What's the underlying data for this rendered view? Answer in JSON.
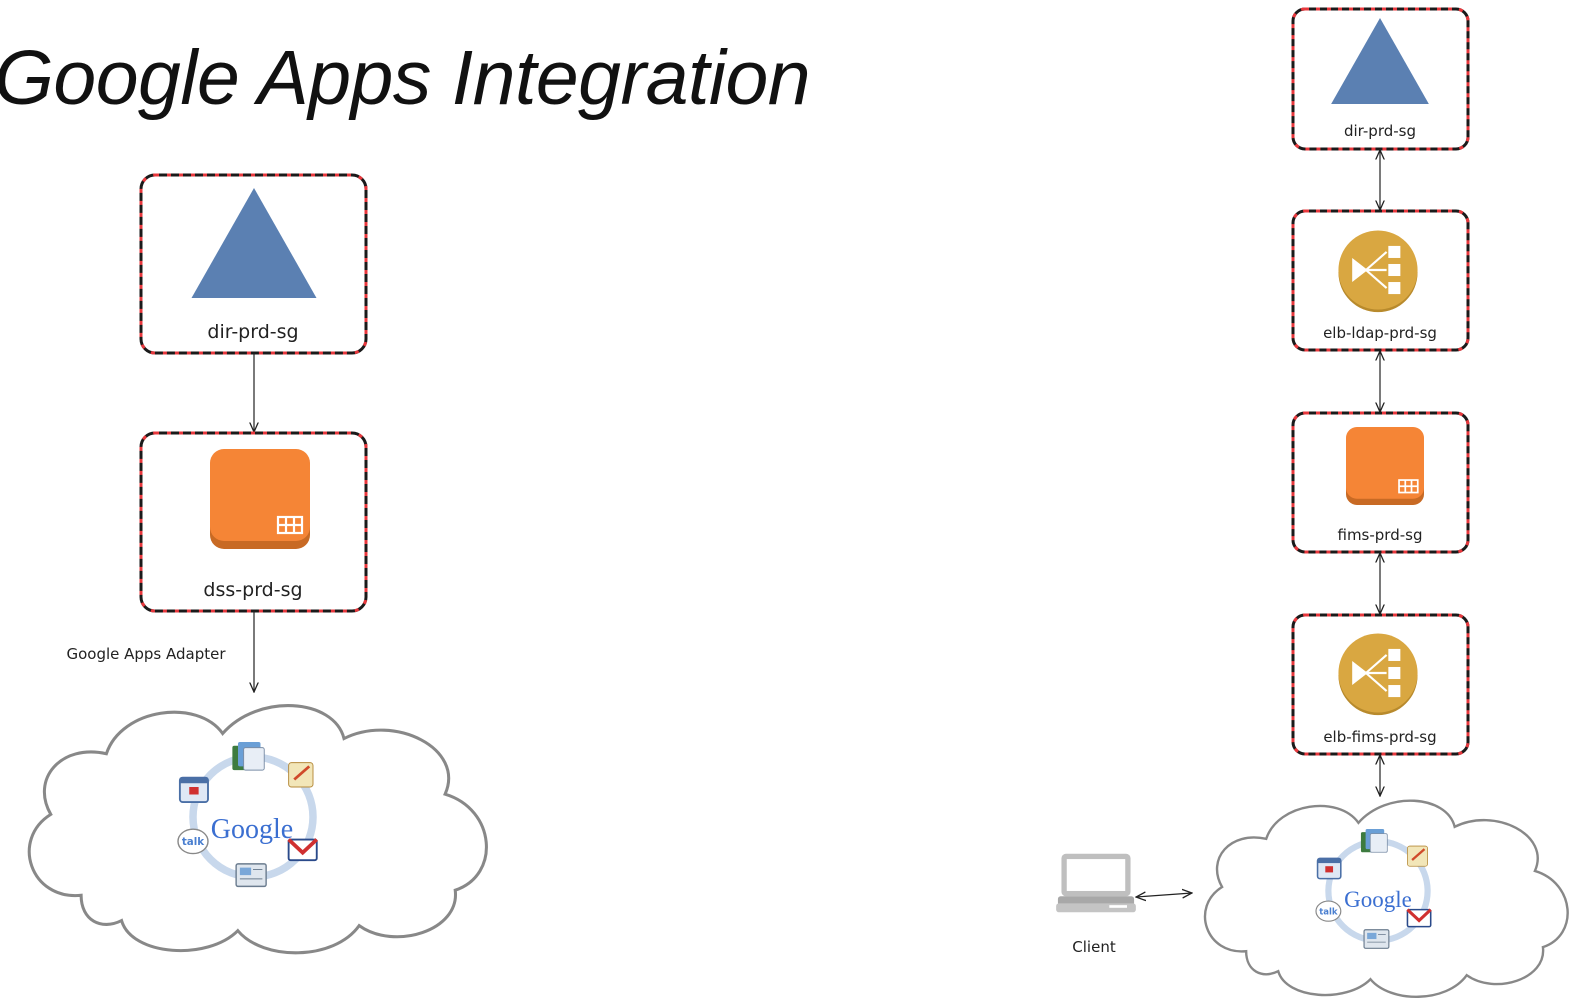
{
  "title": "Google Apps Integration",
  "colors": {
    "group_border_dark": "#1a1a1a",
    "group_border_red": "#e8383d",
    "directory_triangle": "#5b80b2",
    "instance_orange": "#f58536",
    "instance_orange_dark": "#c86a24",
    "elb_gold": "#d9a741",
    "elb_gold_dark": "#b88a2c",
    "cloud_stroke": "#888888",
    "arrow": "#222222"
  },
  "left_flow": {
    "groups": [
      {
        "label": "dir-prd-sg",
        "icon": "directory-triangle-icon"
      },
      {
        "label": "dss-prd-sg",
        "icon": "ec2-instance-icon"
      }
    ],
    "edge_label": "Google Apps Adapter",
    "cloud": {
      "icon": "google-apps-icon",
      "logo_text": "Google"
    }
  },
  "right_flow": {
    "groups": [
      {
        "label": "dir-prd-sg",
        "icon": "directory-triangle-icon"
      },
      {
        "label": "elb-ldap-prd-sg",
        "icon": "load-balancer-icon"
      },
      {
        "label": "fims-prd-sg",
        "icon": "ec2-instance-icon"
      },
      {
        "label": "elb-fims-prd-sg",
        "icon": "load-balancer-icon"
      }
    ],
    "cloud": {
      "icon": "google-apps-icon",
      "logo_text": "Google"
    },
    "client": {
      "label": "Client",
      "icon": "laptop-icon"
    }
  }
}
